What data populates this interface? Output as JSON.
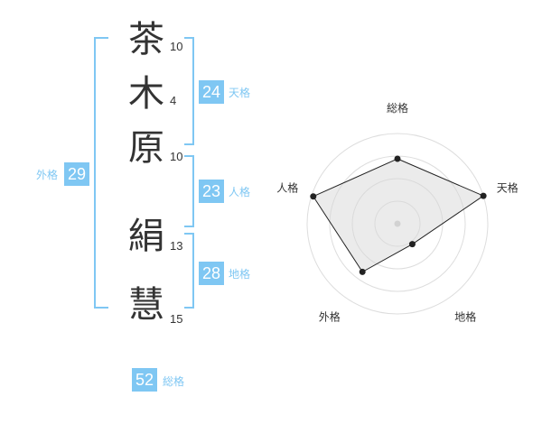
{
  "name_characters": [
    {
      "char": "茶",
      "strokes": "10"
    },
    {
      "char": "木",
      "strokes": "4"
    },
    {
      "char": "原",
      "strokes": "10"
    },
    {
      "char": "絹",
      "strokes": "13"
    },
    {
      "char": "慧",
      "strokes": "15"
    }
  ],
  "fortune": {
    "tenkaku": {
      "value": "24",
      "label": "天格"
    },
    "jinkaku": {
      "value": "23",
      "label": "人格"
    },
    "chikaku": {
      "value": "28",
      "label": "地格"
    },
    "gaikaku": {
      "value": "29",
      "label": "外格"
    },
    "soukaku": {
      "value": "52",
      "label": "総格"
    }
  },
  "colors": {
    "accent": "#7fc7f3",
    "text": "#333333",
    "radar_fill": "#eeeeee",
    "radar_grid": "#dddddd"
  },
  "chart_data": {
    "type": "radar",
    "axes": [
      "総格",
      "天格",
      "地格",
      "外格",
      "人格"
    ],
    "values": [
      0.72,
      1.0,
      0.28,
      0.66,
      0.98
    ],
    "range": [
      0,
      1
    ],
    "rings": 4,
    "grid": true
  }
}
